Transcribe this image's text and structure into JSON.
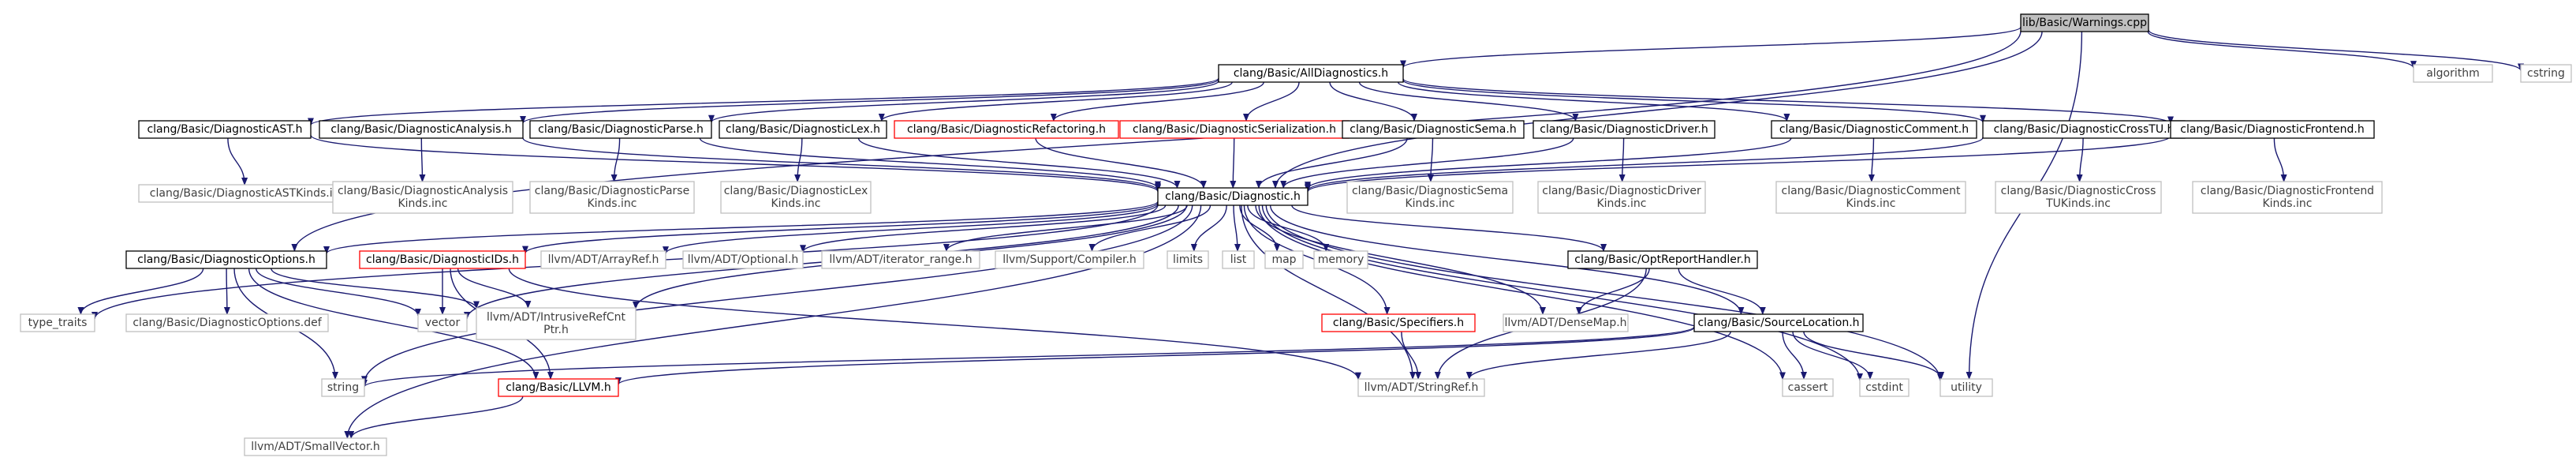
{
  "colors": {
    "edge": "#191970",
    "root_fill": "#bfbfbf",
    "documented_border": "#000000",
    "truncated_border": "#ff0000",
    "external_border": "#bfbfbf",
    "text": "#000000"
  },
  "nodes": [
    {
      "id": "warnings",
      "label": "lib/Basic/Warnings.cpp",
      "kind": "root"
    },
    {
      "id": "alldiag",
      "label": "clang/Basic/AllDiagnostics.h",
      "kind": "documented"
    },
    {
      "id": "algorithm",
      "label": "algorithm",
      "kind": "external"
    },
    {
      "id": "cstring",
      "label": "cstring",
      "kind": "external"
    },
    {
      "id": "diagAST",
      "label": "clang/Basic/DiagnosticAST.h",
      "kind": "documented"
    },
    {
      "id": "diagAnalysis",
      "label": "clang/Basic/DiagnosticAnalysis.h",
      "kind": "documented"
    },
    {
      "id": "diagParse",
      "label": "clang/Basic/DiagnosticParse.h",
      "kind": "documented"
    },
    {
      "id": "diagLex",
      "label": "clang/Basic/DiagnosticLex.h",
      "kind": "documented"
    },
    {
      "id": "diagRefactoring",
      "label": "clang/Basic/DiagnosticRefactoring.h",
      "kind": "truncated"
    },
    {
      "id": "diagSerialization",
      "label": "clang/Basic/DiagnosticSerialization.h",
      "kind": "truncated"
    },
    {
      "id": "diagSema",
      "label": "clang/Basic/DiagnosticSema.h",
      "kind": "documented"
    },
    {
      "id": "diagDriver",
      "label": "clang/Basic/DiagnosticDriver.h",
      "kind": "documented"
    },
    {
      "id": "diagComment",
      "label": "clang/Basic/DiagnosticComment.h",
      "kind": "documented"
    },
    {
      "id": "diagCrossTU",
      "label": "clang/Basic/DiagnosticCrossTU.h",
      "kind": "documented"
    },
    {
      "id": "diagFrontend",
      "label": "clang/Basic/DiagnosticFrontend.h",
      "kind": "documented"
    },
    {
      "id": "astKinds",
      "label": "clang/Basic/DiagnosticASTKinds.inc",
      "kind": "external"
    },
    {
      "id": "analysisKinds",
      "label": "clang/Basic/DiagnosticAnalysis\nKinds.inc",
      "kind": "external"
    },
    {
      "id": "parseKinds",
      "label": "clang/Basic/DiagnosticParse\nKinds.inc",
      "kind": "external"
    },
    {
      "id": "lexKinds",
      "label": "clang/Basic/DiagnosticLex\nKinds.inc",
      "kind": "external"
    },
    {
      "id": "diagnostic",
      "label": "clang/Basic/Diagnostic.h",
      "kind": "documented"
    },
    {
      "id": "semaKinds",
      "label": "clang/Basic/DiagnosticSema\nKinds.inc",
      "kind": "external"
    },
    {
      "id": "driverKinds",
      "label": "clang/Basic/DiagnosticDriver\nKinds.inc",
      "kind": "external"
    },
    {
      "id": "commentKinds",
      "label": "clang/Basic/DiagnosticComment\nKinds.inc",
      "kind": "external"
    },
    {
      "id": "crossTUKinds",
      "label": "clang/Basic/DiagnosticCross\nTUKinds.inc",
      "kind": "external"
    },
    {
      "id": "frontendKinds",
      "label": "clang/Basic/DiagnosticFrontend\nKinds.inc",
      "kind": "external"
    },
    {
      "id": "diagOptions",
      "label": "clang/Basic/DiagnosticOptions.h",
      "kind": "documented"
    },
    {
      "id": "diagIDs",
      "label": "clang/Basic/DiagnosticIDs.h",
      "kind": "truncated"
    },
    {
      "id": "arrayRef",
      "label": "llvm/ADT/ArrayRef.h",
      "kind": "external"
    },
    {
      "id": "optional",
      "label": "llvm/ADT/Optional.h",
      "kind": "external"
    },
    {
      "id": "iterRange",
      "label": "llvm/ADT/iterator_range.h",
      "kind": "external"
    },
    {
      "id": "compiler",
      "label": "llvm/Support/Compiler.h",
      "kind": "external"
    },
    {
      "id": "limits",
      "label": "limits",
      "kind": "external"
    },
    {
      "id": "list",
      "label": "list",
      "kind": "external"
    },
    {
      "id": "map",
      "label": "map",
      "kind": "external"
    },
    {
      "id": "memory",
      "label": "memory",
      "kind": "external"
    },
    {
      "id": "optReport",
      "label": "clang/Basic/OptReportHandler.h",
      "kind": "documented"
    },
    {
      "id": "typeTraits",
      "label": "type_traits",
      "kind": "external"
    },
    {
      "id": "optionsDef",
      "label": "clang/Basic/DiagnosticOptions.def",
      "kind": "external"
    },
    {
      "id": "vector",
      "label": "vector",
      "kind": "external"
    },
    {
      "id": "intrusiveRef",
      "label": "llvm/ADT/IntrusiveRefCnt\nPtr.h",
      "kind": "external"
    },
    {
      "id": "specifiers",
      "label": "clang/Basic/Specifiers.h",
      "kind": "truncated"
    },
    {
      "id": "denseMap",
      "label": "llvm/ADT/DenseMap.h",
      "kind": "external"
    },
    {
      "id": "sourceLoc",
      "label": "clang/Basic/SourceLocation.h",
      "kind": "documented"
    },
    {
      "id": "string",
      "label": "string",
      "kind": "external"
    },
    {
      "id": "llvmH",
      "label": "clang/Basic/LLVM.h",
      "kind": "truncated"
    },
    {
      "id": "stringRef",
      "label": "llvm/ADT/StringRef.h",
      "kind": "external"
    },
    {
      "id": "cassert",
      "label": "cassert",
      "kind": "external"
    },
    {
      "id": "cstdint",
      "label": "cstdint",
      "kind": "external"
    },
    {
      "id": "utility",
      "label": "utility",
      "kind": "external"
    },
    {
      "id": "smallVector",
      "label": "llvm/ADT/SmallVector.h",
      "kind": "external"
    }
  ],
  "edges": [
    [
      "warnings",
      "alldiag"
    ],
    [
      "warnings",
      "algorithm"
    ],
    [
      "warnings",
      "cstring"
    ],
    [
      "warnings",
      "diagnostic"
    ],
    [
      "warnings",
      "diagOptions"
    ],
    [
      "warnings",
      "utility"
    ],
    [
      "alldiag",
      "diagAST"
    ],
    [
      "alldiag",
      "diagAnalysis"
    ],
    [
      "alldiag",
      "diagParse"
    ],
    [
      "alldiag",
      "diagLex"
    ],
    [
      "alldiag",
      "diagRefactoring"
    ],
    [
      "alldiag",
      "diagSerialization"
    ],
    [
      "alldiag",
      "diagSema"
    ],
    [
      "alldiag",
      "diagDriver"
    ],
    [
      "alldiag",
      "diagComment"
    ],
    [
      "alldiag",
      "diagCrossTU"
    ],
    [
      "alldiag",
      "diagFrontend"
    ],
    [
      "diagAST",
      "astKinds"
    ],
    [
      "diagAST",
      "diagnostic"
    ],
    [
      "diagAnalysis",
      "analysisKinds"
    ],
    [
      "diagAnalysis",
      "diagnostic"
    ],
    [
      "diagParse",
      "parseKinds"
    ],
    [
      "diagParse",
      "diagnostic"
    ],
    [
      "diagLex",
      "lexKinds"
    ],
    [
      "diagLex",
      "diagnostic"
    ],
    [
      "diagRefactoring",
      "diagnostic"
    ],
    [
      "diagSerialization",
      "diagnostic"
    ],
    [
      "diagSema",
      "semaKinds"
    ],
    [
      "diagSema",
      "diagnostic"
    ],
    [
      "diagDriver",
      "driverKinds"
    ],
    [
      "diagDriver",
      "diagnostic"
    ],
    [
      "diagComment",
      "commentKinds"
    ],
    [
      "diagComment",
      "diagnostic"
    ],
    [
      "diagCrossTU",
      "crossTUKinds"
    ],
    [
      "diagCrossTU",
      "diagnostic"
    ],
    [
      "diagFrontend",
      "frontendKinds"
    ],
    [
      "diagFrontend",
      "diagnostic"
    ],
    [
      "diagnostic",
      "diagOptions"
    ],
    [
      "diagnostic",
      "diagIDs"
    ],
    [
      "diagnostic",
      "arrayRef"
    ],
    [
      "diagnostic",
      "optional"
    ],
    [
      "diagnostic",
      "iterRange"
    ],
    [
      "diagnostic",
      "compiler"
    ],
    [
      "diagnostic",
      "limits"
    ],
    [
      "diagnostic",
      "list"
    ],
    [
      "diagnostic",
      "map"
    ],
    [
      "diagnostic",
      "memory"
    ],
    [
      "diagnostic",
      "optReport"
    ],
    [
      "diagnostic",
      "typeTraits"
    ],
    [
      "diagnostic",
      "vector"
    ],
    [
      "diagnostic",
      "intrusiveRef"
    ],
    [
      "diagnostic",
      "specifiers"
    ],
    [
      "diagnostic",
      "denseMap"
    ],
    [
      "diagnostic",
      "sourceLoc"
    ],
    [
      "diagnostic",
      "string"
    ],
    [
      "diagnostic",
      "stringRef"
    ],
    [
      "diagnostic",
      "cassert"
    ],
    [
      "diagnostic",
      "cstdint"
    ],
    [
      "diagnostic",
      "utility"
    ],
    [
      "diagnostic",
      "smallVector"
    ],
    [
      "diagOptions",
      "typeTraits"
    ],
    [
      "diagOptions",
      "optionsDef"
    ],
    [
      "diagOptions",
      "vector"
    ],
    [
      "diagOptions",
      "intrusiveRef"
    ],
    [
      "diagOptions",
      "string"
    ],
    [
      "diagOptions",
      "llvmH"
    ],
    [
      "diagIDs",
      "vector"
    ],
    [
      "diagIDs",
      "intrusiveRef"
    ],
    [
      "diagIDs",
      "llvmH"
    ],
    [
      "diagIDs",
      "stringRef"
    ],
    [
      "optReport",
      "denseMap"
    ],
    [
      "optReport",
      "sourceLoc"
    ],
    [
      "optReport",
      "stringRef"
    ],
    [
      "specifiers",
      "stringRef"
    ],
    [
      "sourceLoc",
      "string"
    ],
    [
      "sourceLoc",
      "llvmH"
    ],
    [
      "sourceLoc",
      "stringRef"
    ],
    [
      "sourceLoc",
      "cassert"
    ],
    [
      "sourceLoc",
      "cstdint"
    ],
    [
      "sourceLoc",
      "utility"
    ],
    [
      "llvmH",
      "smallVector"
    ]
  ]
}
